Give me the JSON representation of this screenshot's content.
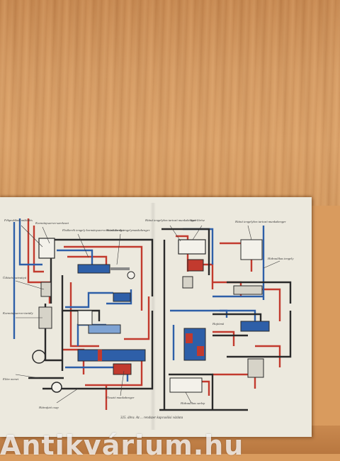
{
  "caption": "325. ábra. Az ... rendszer kapcsolási vázlata",
  "labels": {
    "l1": "Fékpedálmű működés",
    "l2": "Kormányszervo-szerkezet",
    "l3": "Elsőkerék tengely kormányszervo-munkahenger",
    "l4": "Hátsó kerék tengelymunkahenger",
    "l5": "Hátsó tengelyhez tartozó munkahenger",
    "l6": "Vezérlőrész",
    "l7": "Hátsó tengelyhez tartozó munkahenger",
    "l8": "Hidraulikus tengely",
    "l9": "Hátrafutó csap",
    "l10": "Ütközési szivattyú",
    "l11": "Kormányszervo-tartály",
    "l12": "Elosztó munkahenger",
    "l13": "Előre menet",
    "l14": "Hajtómű",
    "l15": "Hidraulikus szelep"
  },
  "colors": {
    "red": "#c23a2e",
    "blue": "#2e5fa8",
    "dark": "#2a2a2a"
  },
  "watermark": "Antikvárium.hu"
}
